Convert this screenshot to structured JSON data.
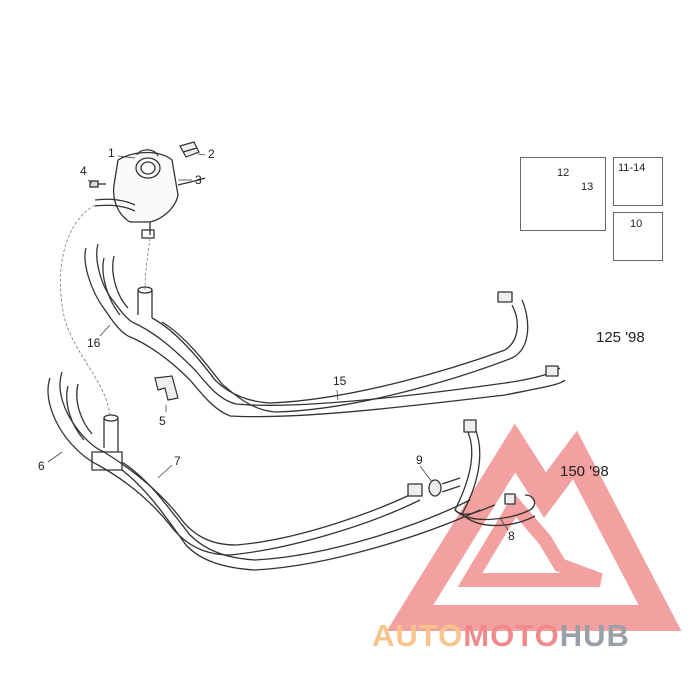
{
  "diagram": {
    "part_labels": [
      "1",
      "2",
      "3",
      "4",
      "5",
      "6",
      "7",
      "8",
      "9",
      "10",
      "11-14",
      "12",
      "13",
      "15",
      "16"
    ],
    "variants": {
      "upper": "125 '98",
      "lower": "150 '98"
    },
    "insets": {
      "clip_set": [
        "12",
        "13"
      ],
      "clamp_a": "11-14",
      "clamp_b": "10"
    }
  },
  "watermark": {
    "part1": "AUTO",
    "part2": "MOTO",
    "part3": "HUB"
  },
  "colors": {
    "line": "#333333",
    "watermark_red": "#e05050",
    "watermark_orange": "#f7c48c",
    "watermark_grey": "#9aa0a6"
  }
}
